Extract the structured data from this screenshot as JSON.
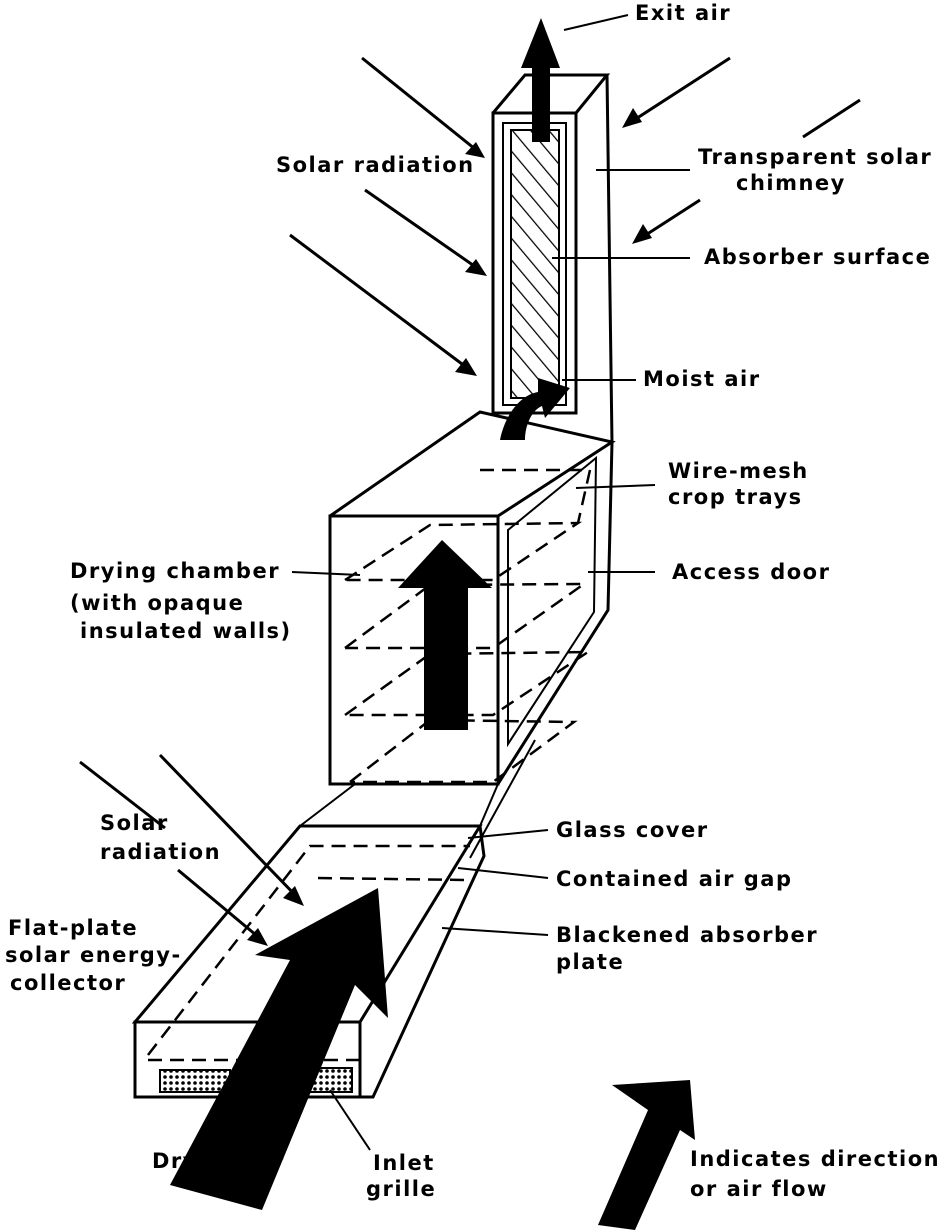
{
  "labels": {
    "exit_air": "Exit air",
    "solar_radiation_top": "Solar radiation",
    "transparent_chimney": [
      "Transparent solar",
      "chimney"
    ],
    "absorber_surface": "Absorber surface",
    "moist_air": "Moist air",
    "wire_mesh_trays": [
      "Wire-mesh",
      "crop trays"
    ],
    "drying_chamber": [
      "Drying chamber",
      "(with opaque",
      "insulated walls)"
    ],
    "access_door": "Access door",
    "solar_radiation_bottom": [
      "Solar",
      "radiation"
    ],
    "glass_cover": "Glass cover",
    "contained_air_gap": "Contained air gap",
    "blackened_absorber": [
      "Blackened absorber",
      "plate"
    ],
    "flat_plate_collector": [
      "Flat-plate",
      "solar energy-",
      "collector"
    ],
    "drying_air": "Drying air",
    "inlet_grille": [
      "Inlet",
      "grille"
    ],
    "legend": [
      "Indicates direction",
      "or air flow"
    ]
  }
}
